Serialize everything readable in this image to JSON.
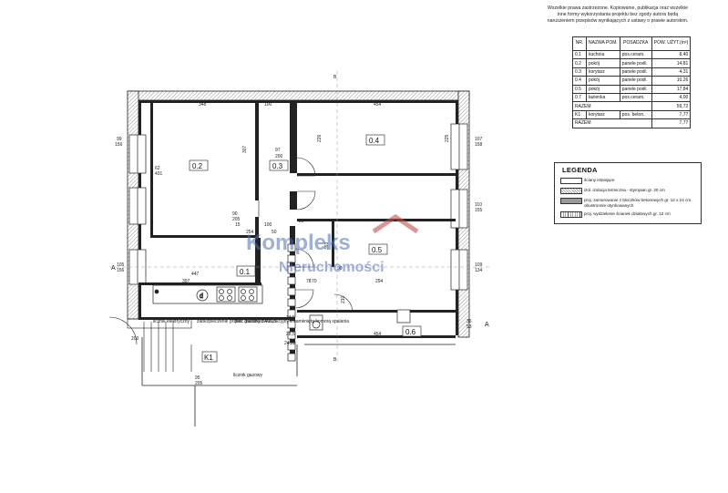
{
  "copyright": "Wszelkie prawa zastrzeżone. Kopiowanie, publikacja oraz wszelkie inne formy wykorzystania projektu bez zgody autora będą naruszeniem przepisów wynikających z ustawy o prawie autorskim.",
  "table": {
    "headers": [
      "NR.",
      "NAZWA POM.",
      "POSADZKA",
      "POW. UŻYT.(m²)"
    ],
    "rows": [
      [
        "0.1",
        "kuchnia",
        "pos.ceram.",
        "8,40"
      ],
      [
        "0.2",
        "pokój",
        "panele podł.",
        "14,81"
      ],
      [
        "0.3",
        "korytarz",
        "panele podł.",
        "4,31"
      ],
      [
        "0.4",
        "pokój",
        "panele podł.",
        "10,26"
      ],
      [
        "0.5",
        "pokój",
        "panele podł.",
        "17,84"
      ],
      [
        "0.7",
        "łazienka",
        "pos.ceram.",
        "4,00"
      ],
      [
        "RAZEM",
        "",
        "",
        "59,72"
      ],
      [
        "K1",
        "korytarz",
        "pos. beton.",
        "7,77"
      ],
      [
        "RAZEM",
        "",
        "",
        "7,77"
      ]
    ]
  },
  "legend": {
    "title": "LEGENDA",
    "items": [
      "ściany istniejące",
      "izol. izolacja termiczna - styropian gr. 20 cm",
      "proj. zamurowanie z bloczków betonowych gr. 12 x 24 cm, obustronnie otynkowanych",
      "proj. wydzielenie ścianek działowych gr. 12 cm"
    ]
  },
  "plan": {
    "rooms": [
      "0.2",
      "0.3",
      "0.4",
      "0.5",
      "0.1",
      "0.6",
      "K1"
    ],
    "dims": [
      "348",
      "100",
      "100",
      "454",
      "307",
      "226",
      "97",
      "200",
      "225",
      "99",
      "156",
      "62",
      "431",
      "107",
      "158",
      "110",
      "155",
      "109",
      "134",
      "105",
      "156",
      "447",
      "397",
      "254",
      "90",
      "205",
      "15",
      "50",
      "29",
      "393",
      "78",
      "70",
      "294",
      "90",
      "210",
      "36",
      "53",
      "14,5",
      "28,5",
      "454",
      "200",
      "95",
      "205",
      "24,22"
    ],
    "notes": [
      "licznik elektryczny",
      "zabezpieczenie przedl. mieszkań 461,5",
      "piec gazowy dwufunkcyjny z zamkniętą komorą spalania",
      "licznik gazowy"
    ],
    "section_marks": [
      "A",
      "A",
      "B",
      "B"
    ]
  },
  "watermark": {
    "line1": "Kompleks",
    "line2": "Nieruchomości"
  }
}
